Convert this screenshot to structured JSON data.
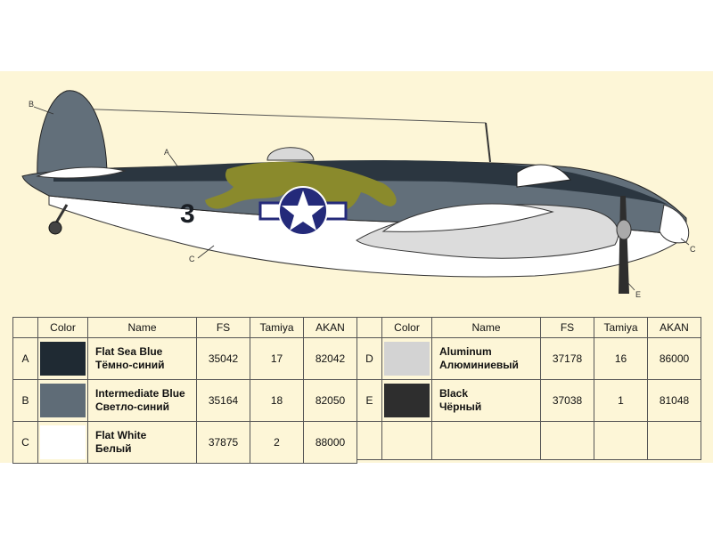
{
  "table": {
    "headers": {
      "key": "",
      "color": "Color",
      "name": "Name",
      "fs": "FS",
      "tamiya": "Tamiya",
      "akan": "AKAN"
    },
    "left": [
      {
        "key": "A",
        "swatch": "#1f2a33",
        "name_en": "Flat Sea Blue",
        "name_ru": "Тёмно-синий",
        "fs": "35042",
        "tamiya": "17",
        "akan": "82042"
      },
      {
        "key": "B",
        "swatch": "#5f6c77",
        "name_en": "Intermediate Blue",
        "name_ru": "Светло-синий",
        "fs": "35164",
        "tamiya": "18",
        "akan": "82050"
      },
      {
        "key": "C",
        "swatch": "#ffffff",
        "name_en": "Flat White",
        "name_ru": "Белый",
        "fs": "37875",
        "tamiya": "2",
        "akan": "88000"
      }
    ],
    "right": [
      {
        "key": "D",
        "swatch": "#d3d3d3",
        "name_en": "Aluminum",
        "name_ru": "Алюминиевый",
        "fs": "37178",
        "tamiya": "16",
        "akan": "86000"
      },
      {
        "key": "E",
        "swatch": "#2e2e2e",
        "name_en": "Black",
        "name_ru": "Чёрный",
        "fs": "37038",
        "tamiya": "1",
        "akan": "81048"
      }
    ]
  },
  "aircraft": {
    "callouts": {
      "a": "A",
      "b": "B",
      "c1": "C",
      "c2": "C",
      "e": "E"
    },
    "side_number": "3",
    "colors": {
      "dark": "#2b3640",
      "mid": "#626f7a",
      "white": "#ffffff",
      "olive": "#8a8a2c",
      "insignia_blue": "#242a7a"
    }
  }
}
